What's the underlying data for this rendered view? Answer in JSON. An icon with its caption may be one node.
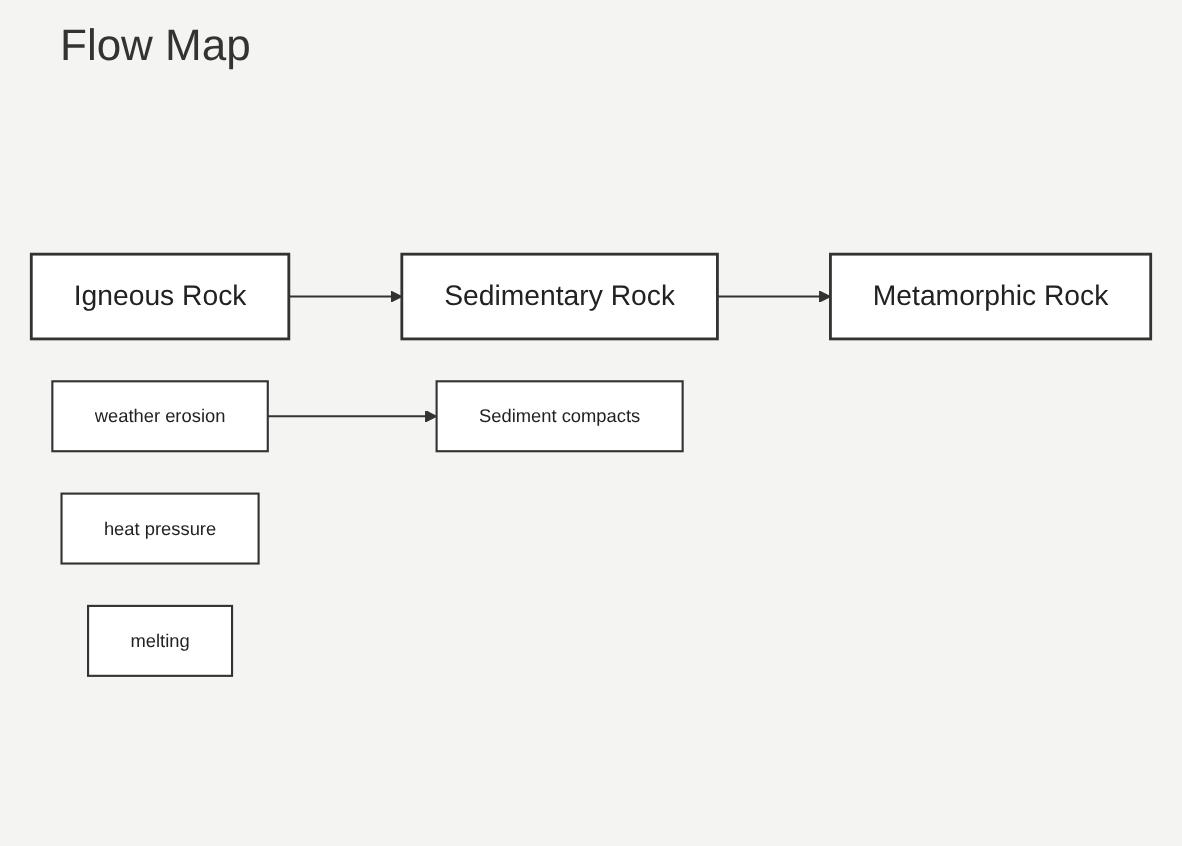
{
  "diagram": {
    "title": "Flow Map",
    "nodes": [
      {
        "text": [
          "Igneous Rock"
        ]
      },
      {
        "text": [
          "Sedimentary Rock"
        ]
      },
      {
        "text": [
          "Metamorphic Rock"
        ]
      },
      {
        "text": [
          "weather erosion"
        ]
      },
      {
        "text": [
          "Sediment compacts"
        ]
      },
      {
        "text": [
          "heat pressure"
        ]
      },
      {
        "text": [
          "melting"
        ]
      }
    ],
    "edges": [
      {
        "from": 0,
        "to": 1,
        "arrow": "to"
      },
      {
        "from": 1,
        "to": 2,
        "arrow": "to"
      },
      {
        "from": 3,
        "to": 4,
        "arrow": "to"
      }
    ]
  }
}
